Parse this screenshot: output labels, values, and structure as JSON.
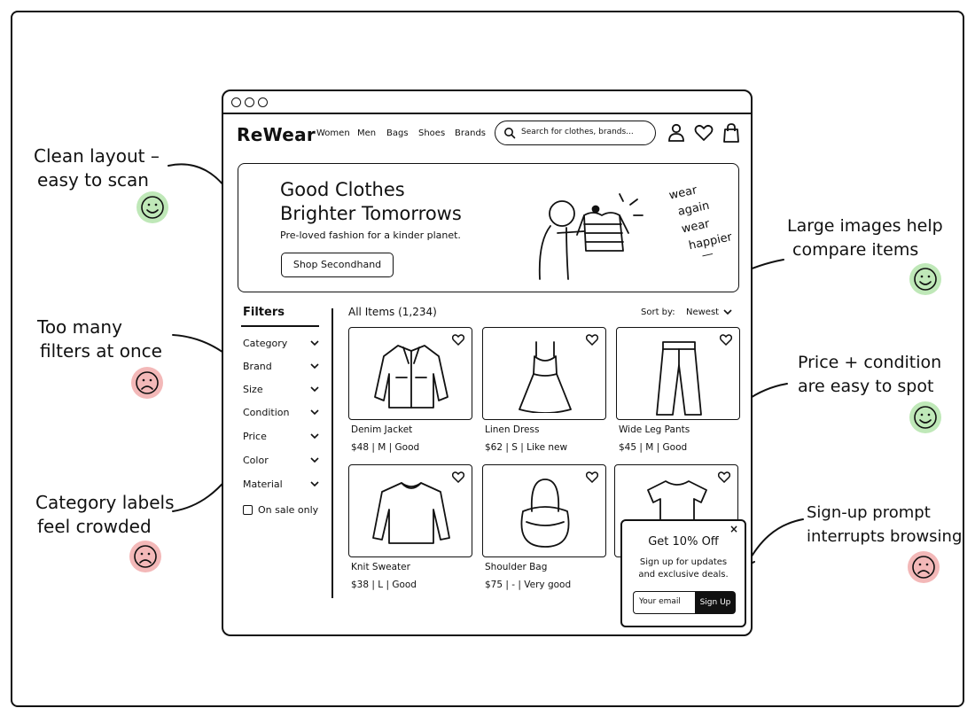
{
  "app": {
    "logo": "ReWear"
  },
  "nav": {
    "links": [
      "Women",
      "Men",
      "Bags",
      "Shoes",
      "Brands"
    ],
    "search_placeholder": "Search for clothes, brands...",
    "icons": [
      "user-icon",
      "heart-icon",
      "bag-icon"
    ]
  },
  "hero": {
    "title_line1": "Good Clothes",
    "title_line2": "Brighter Tomorrows",
    "subtitle": "Pre-loved fashion for a kinder planet.",
    "button": "Shop Secondhand",
    "note_lines": [
      "wear",
      "again",
      "wear",
      "happier"
    ]
  },
  "filters": {
    "title": "Filters",
    "items": [
      "Category",
      "Brand",
      "Size",
      "Condition",
      "Price",
      "Color",
      "Material"
    ],
    "sale_label": "On sale only",
    "sale_checked": false
  },
  "listing": {
    "heading": "All Items (1,234)",
    "sort_label": "Sort by:",
    "sort_value": "Newest"
  },
  "products": [
    {
      "name": "Denim Jacket",
      "meta": "$48  |  M  |  Good",
      "icon": "jacket-icon"
    },
    {
      "name": "Linen Dress",
      "meta": "$62  |  S  |  Like new",
      "icon": "dress-icon"
    },
    {
      "name": "Wide Leg Pants",
      "meta": "$45  |  M  |  Good",
      "icon": "pants-icon"
    },
    {
      "name": "Knit Sweater",
      "meta": "$38  |  L  |  Good",
      "icon": "sweater-icon"
    },
    {
      "name": "Shoulder Bag",
      "meta": "$75  |  -  |  Very good",
      "icon": "handbag-icon"
    },
    {
      "name": "",
      "meta": "",
      "icon": "tshirt-icon"
    }
  ],
  "popup": {
    "title": "Get 10% Off",
    "body_line1": "Sign up for updates",
    "body_line2": "and exclusive deals.",
    "input_placeholder": "Your email",
    "button": "Sign Up",
    "close": "×"
  },
  "annotations": [
    {
      "lines": [
        "Clean layout –",
        "easy to scan"
      ],
      "sentiment": "positive"
    },
    {
      "lines": [
        "Too many",
        "filters at once"
      ],
      "sentiment": "negative"
    },
    {
      "lines": [
        "Category labels",
        "feel crowded"
      ],
      "sentiment": "negative"
    },
    {
      "lines": [
        "Large images help",
        "compare items"
      ],
      "sentiment": "positive"
    },
    {
      "lines": [
        "Price + condition",
        "are easy to spot"
      ],
      "sentiment": "positive"
    },
    {
      "lines": [
        "Sign-up prompt",
        "interrupts browsing"
      ],
      "sentiment": "negative"
    }
  ],
  "colors": {
    "ink": "#111111",
    "positive": "#bfe8b8",
    "negative": "#f3b8b8"
  }
}
